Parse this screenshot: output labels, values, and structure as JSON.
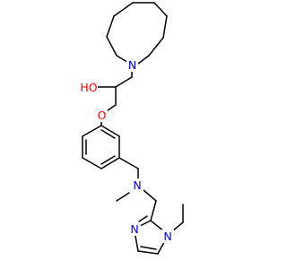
{
  "molecule": {
    "atom_labels": [
      {
        "id": "N_azepane",
        "text": "N",
        "color": "#0000ff"
      },
      {
        "id": "OH",
        "text": "HO",
        "color": "#ff0000"
      },
      {
        "id": "O_ether",
        "text": "O",
        "color": "#ff0000"
      },
      {
        "id": "N_amine",
        "text": "N",
        "color": "#0000ff"
      },
      {
        "id": "N_imid_ring",
        "text": "N",
        "color": "#0000ff"
      },
      {
        "id": "N_imid_ethyl",
        "text": "N",
        "color": "#0000ff"
      }
    ],
    "bond_color": "#000000"
  }
}
